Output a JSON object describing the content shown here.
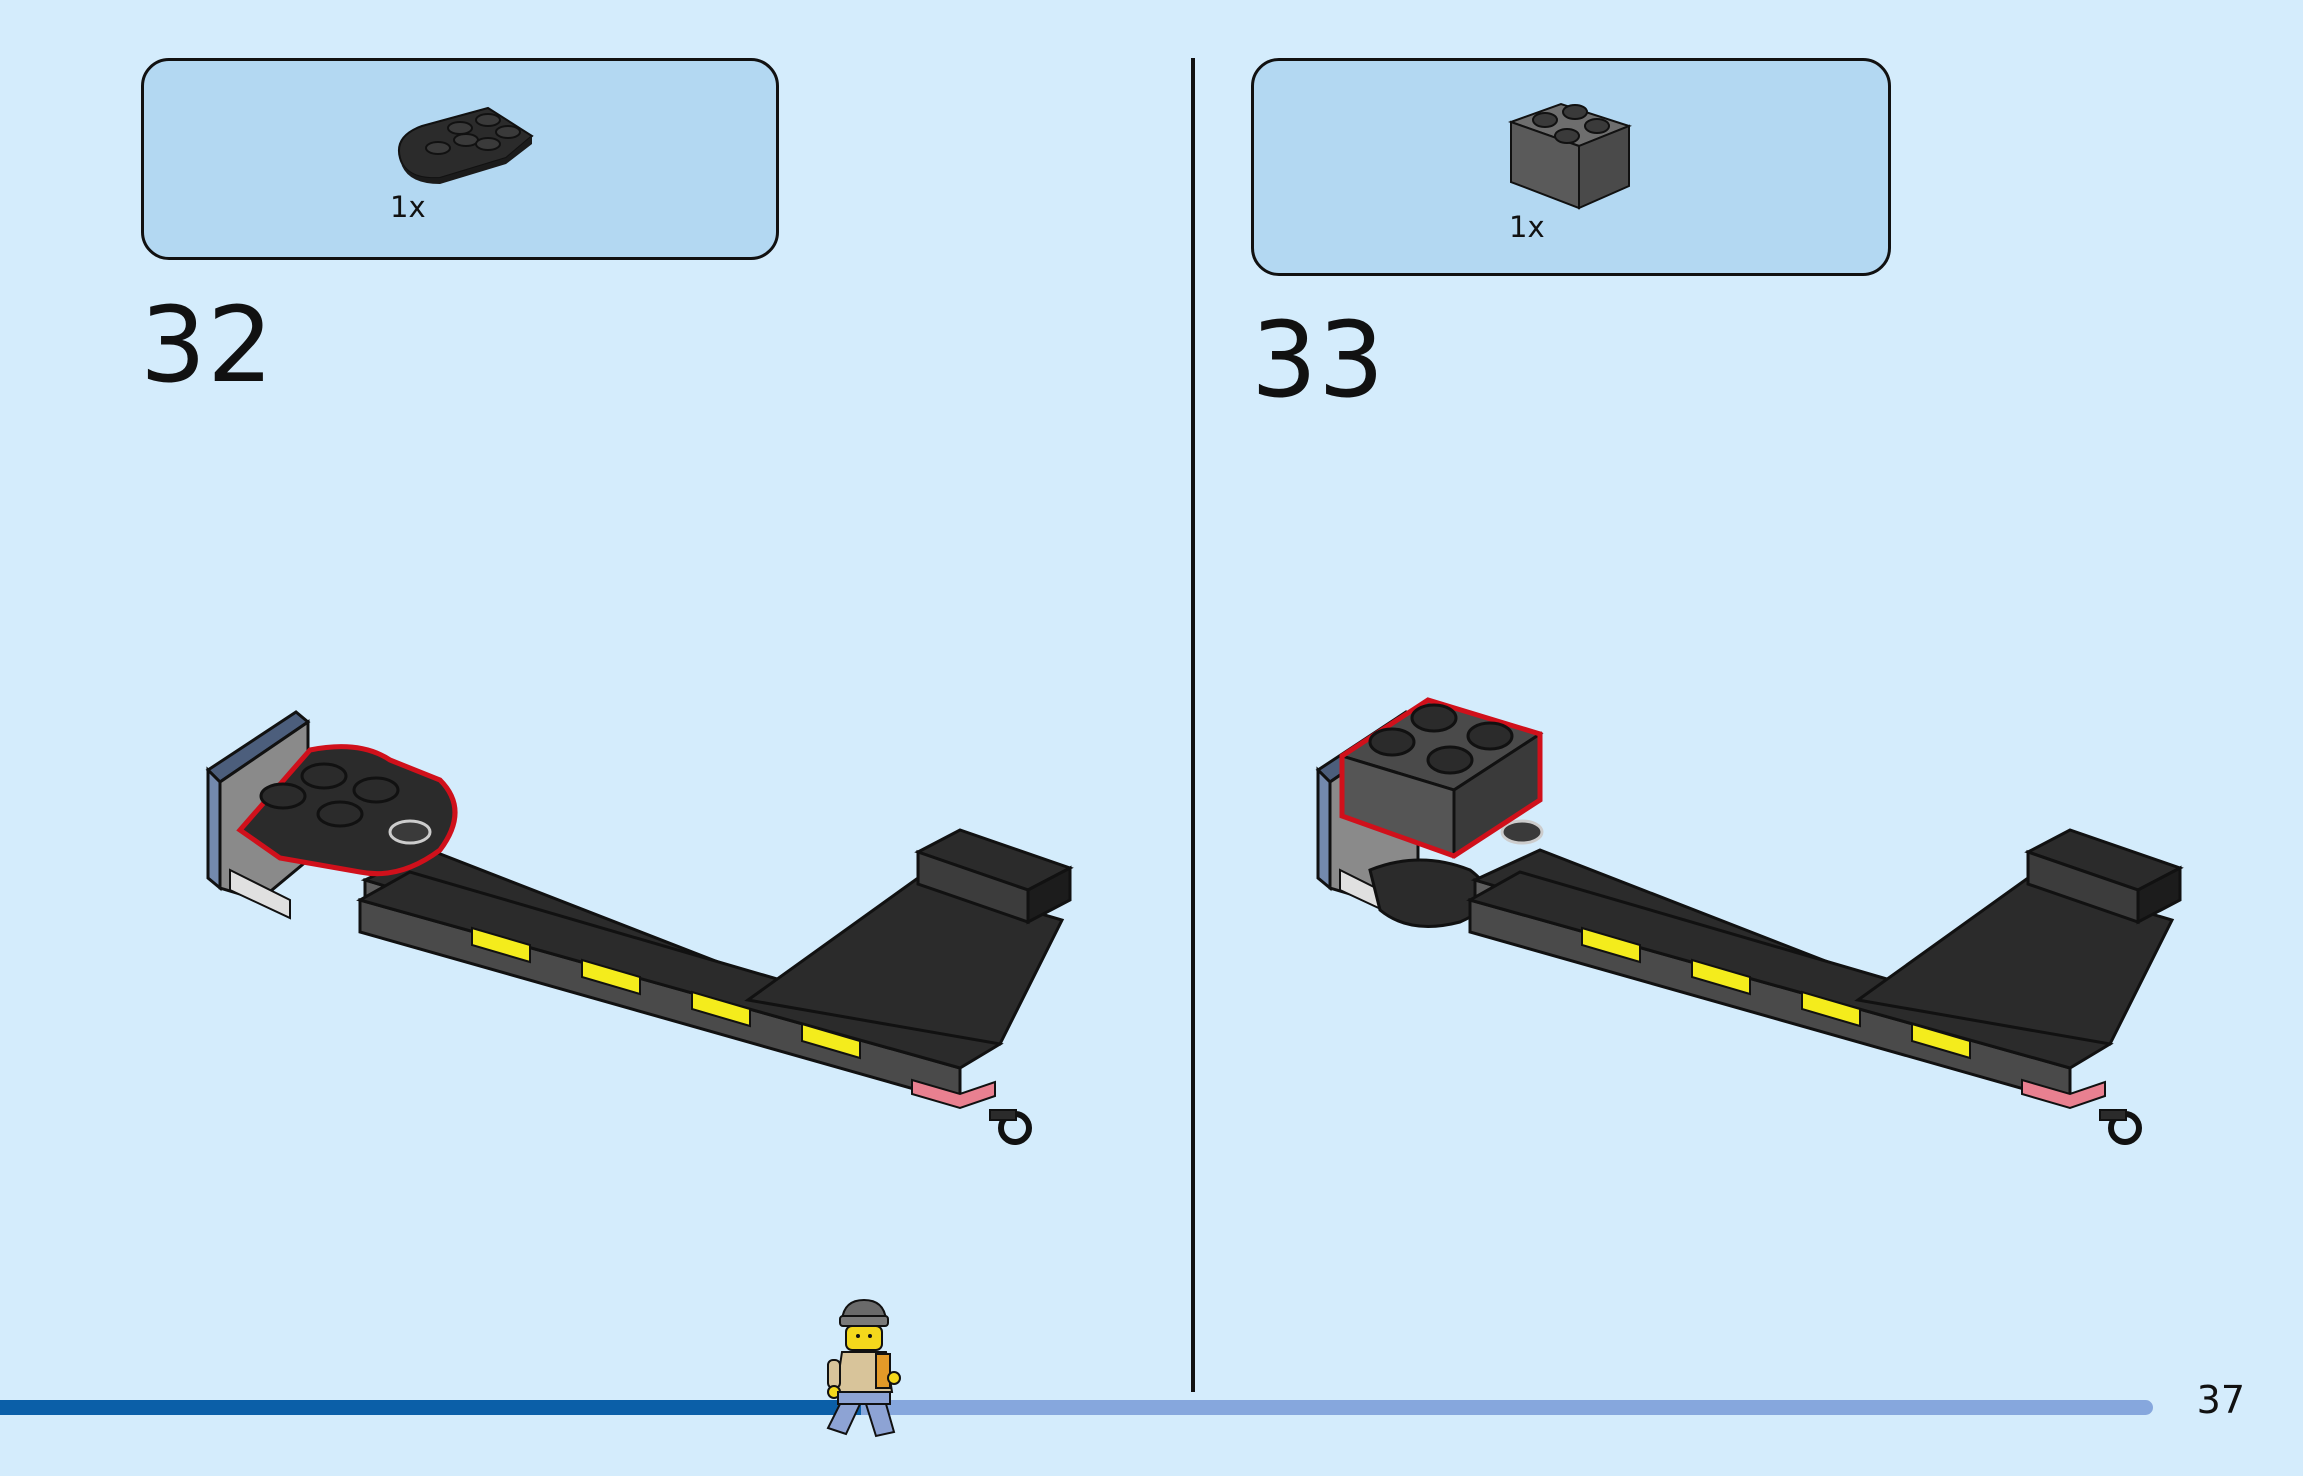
{
  "colors": {
    "background": "#d4ecfc",
    "parts_box": "#b3d8f2",
    "progress_fill": "#0b5fa8",
    "progress_track": "#86a7dd",
    "highlight": "#d0101b",
    "brick_dark": "#2b2b2b",
    "brick_grey": "#5e5e5e",
    "stripe_yellow": "#f4ec1c"
  },
  "steps": [
    {
      "number": "32",
      "part": {
        "quantity": "1x",
        "icon": "round-plate-2x3-icon"
      },
      "model_icon": "boom-with-plate-icon"
    },
    {
      "number": "33",
      "part": {
        "quantity": "1x",
        "icon": "brick-2x2-icon"
      },
      "model_icon": "boom-with-brick-icon"
    }
  ],
  "progress": {
    "fraction": 0.4,
    "minifig_icon": "minifigure-walking-icon"
  },
  "page_number": "37"
}
